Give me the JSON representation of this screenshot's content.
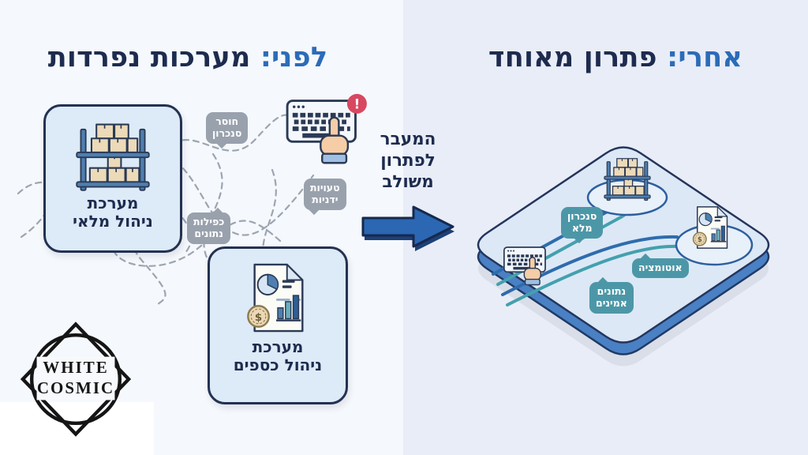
{
  "meta": {
    "description_left": "Before: separate systems",
    "description_right": "After: unified solution",
    "colors": {
      "bg_left": "#f5f8fc",
      "bg_right": "#e9edf7",
      "navy_text": "#1d2b4e",
      "title_accent_blue": "#2b6cb8",
      "box_fill": "#ddeaf7",
      "bubble_gray": "#99a1ad",
      "bubble_teal": "#4c97a7",
      "arrow_blue": "#2b67b3",
      "platform_top": "#dce8f6",
      "platform_edge": "#4a80c4",
      "line_blue": "#2e6cad",
      "line_teal": "#44a0ae",
      "alert_red": "#d84860"
    }
  },
  "left": {
    "title_accent": "לפני:",
    "title_rest": " מערכות נפרדות",
    "inventory_label": "מערכת\nניהול מלאי",
    "finance_label": "מערכת\nניהול כספים",
    "bubble_no_sync": "חוסר\nסנכרון",
    "bubble_manual_errors": "טעויות\nידניות",
    "bubble_data_duplication": "כפילות\nנתונים"
  },
  "center": {
    "transition_text": "המעבר\nלפתרון\nמשולב"
  },
  "right": {
    "title_accent": "אחרי:",
    "title_rest": " פתרון מאוחד",
    "bubble_full_sync": "סנכרון\nמלא",
    "bubble_automation": "אוטומציה",
    "bubble_reliable_data": "נתונים\nאמינים"
  },
  "icons": {
    "alert": "!",
    "dollar": "$"
  },
  "logo": {
    "line1": "WHITE",
    "line2": "COSMIC"
  }
}
